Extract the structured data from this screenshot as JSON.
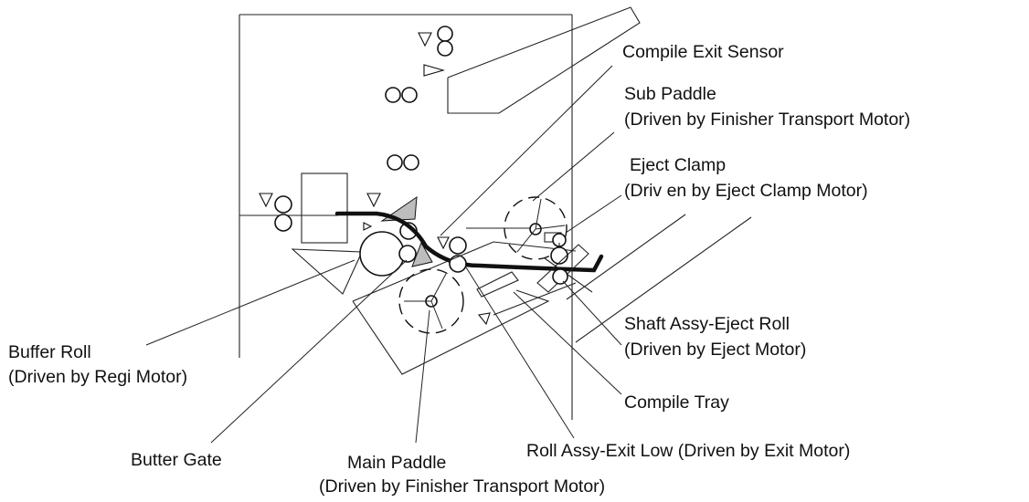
{
  "labels": {
    "compile_exit_sensor": "Compile Exit Sensor",
    "sub_paddle_name": "Sub Paddle",
    "sub_paddle_drive": "(Driven by Finisher Transport Motor)",
    "eject_clamp_name": "Eject Clamp",
    "eject_clamp_drive": "(Driv en by Eject Clamp Motor)",
    "shaft_assy_name": "Shaft Assy-Eject Roll",
    "shaft_assy_drive": "(Driven by Eject Motor)",
    "compile_tray": "Compile Tray",
    "roll_assy_exit_low": "Roll Assy-Exit Low (Driven by Exit Motor)",
    "main_paddle_name": "Main Paddle",
    "main_paddle_drive": "(Driven by Finisher Transport Motor)",
    "butter_gate": "Butter Gate",
    "buffer_roll_name": "Buffer Roll",
    "buffer_roll_drive": "(Driven by Regi Motor)"
  },
  "colors": {
    "line": "#222222",
    "gate_fill": "#bdbdbd",
    "background": "#ffffff"
  }
}
